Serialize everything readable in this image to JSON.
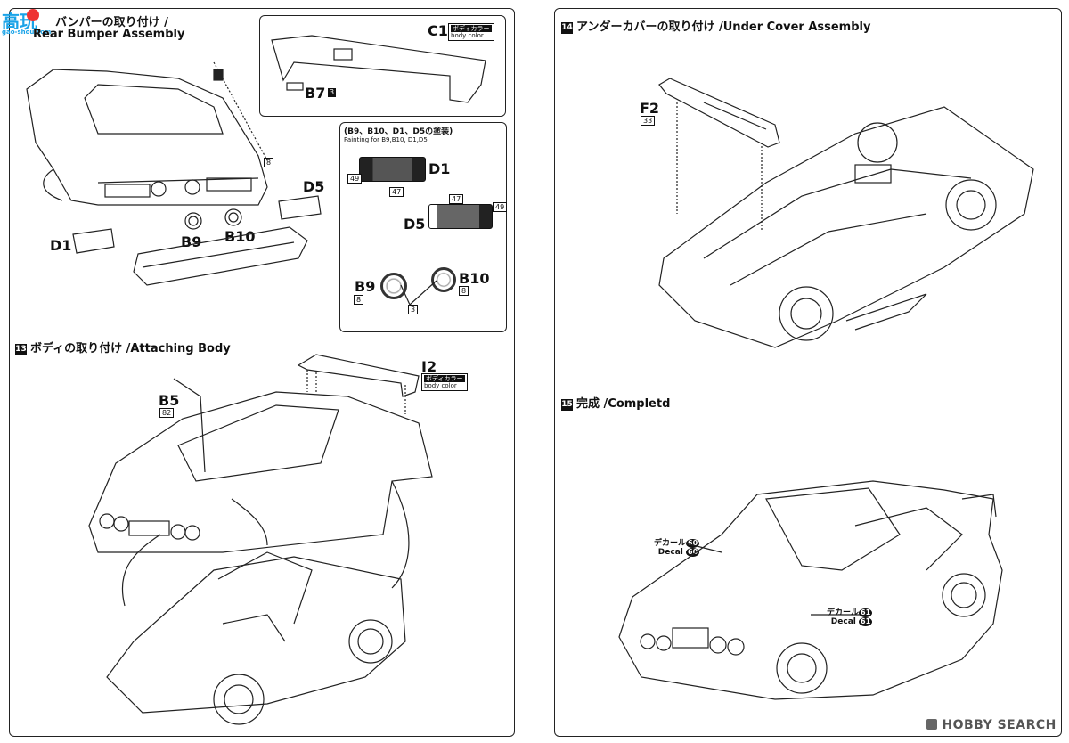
{
  "watermark": {
    "site_cn": "高玩",
    "site_url": "gao-shou.com"
  },
  "brand": {
    "name": "HOBBY SEARCH"
  },
  "step12": {
    "title_jp": "バンパーの取り付け /",
    "title_en": "Rear Bumper Assembly",
    "parts": {
      "c1": "C1",
      "b7": "B7",
      "b7_qty": "3",
      "d5": "D5",
      "d1": "D1",
      "b9": "B9",
      "b10": "B10",
      "qty8": "8"
    },
    "body_color_jp": "ボディカラー",
    "body_color_en": "body color",
    "paint_box": {
      "title_jp": "(B9、B10、D1、D5の塗装)",
      "title_en": "Painting for B9,B10, D1,D5",
      "d1": "D1",
      "d5": "D5",
      "c49a": "49",
      "c47a": "47",
      "c47b": "47",
      "c49b": "49",
      "b9": "B9",
      "b9_c": "8",
      "b10": "B10",
      "b10_c": "8",
      "ring_c": "3"
    }
  },
  "step13": {
    "num": "13",
    "title": "ボディの取り付け /Attaching Body",
    "b5": "B5",
    "b5_c": "82",
    "i2": "I2",
    "body_color_jp": "ボディカラー",
    "body_color_en": "body color"
  },
  "step14": {
    "num": "14",
    "title": "アンダーカバーの取り付け /Under Cover Assembly",
    "f2": "F2",
    "f2_c": "33"
  },
  "step15": {
    "num": "15",
    "title": "完成 /Completd",
    "decal60_jp": "デカール",
    "decal60_en": "Decal",
    "decal60_n": "60",
    "decal61_jp": "デカール",
    "decal61_en": "Decal",
    "decal61_n": "61"
  }
}
